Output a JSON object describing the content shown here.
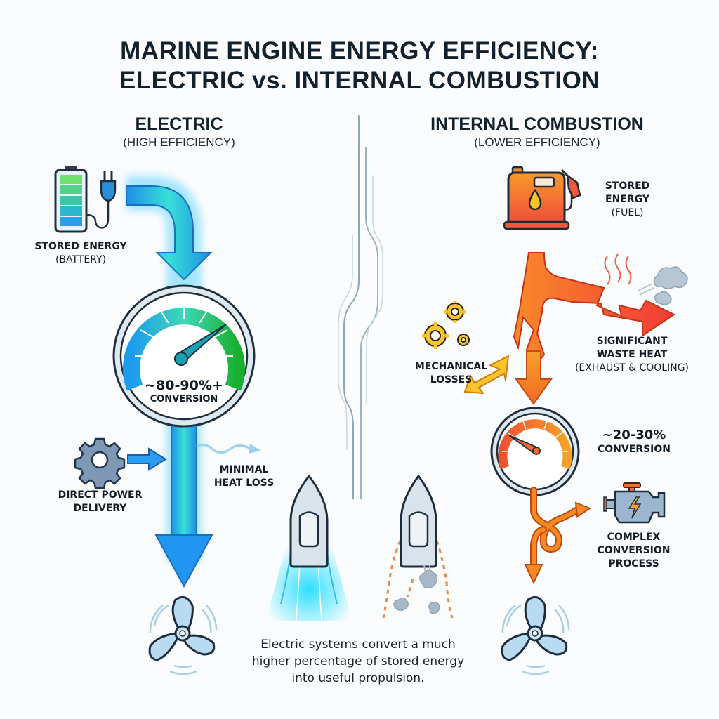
{
  "title": {
    "line1": "MARINE ENGINE ENERGY EFFICIENCY:",
    "line2": "ELECTRIC vs. INTERNAL COMBUSTION"
  },
  "electric": {
    "heading": "ELECTRIC",
    "subheading": "(HIGH EFFICIENCY)",
    "accent_color": "#1e9be8",
    "stored_energy": {
      "label": "STORED ENERGY",
      "sub": "(BATTERY)",
      "icon": "battery-plug-icon"
    },
    "gauge": {
      "value": "~80-90%+",
      "label": "CONVERSION",
      "icon": "gauge-icon"
    },
    "direct_power": {
      "line1": "DIRECT POWER",
      "line2": "DELIVERY",
      "icon": "gear-icon"
    },
    "heat_loss": {
      "line1": "MINIMAL",
      "line2": "HEAT LOSS",
      "icon": "wavy-arrow-icon"
    },
    "propeller_icon": "propeller-icon",
    "boat_icon": "boat-icon"
  },
  "combustion": {
    "heading": "INTERNAL COMBUSTION",
    "subheading": "(LOWER EFFICIENCY)",
    "accent_color": "#f07a1e",
    "stored_energy": {
      "line1": "STORED",
      "line2": "ENERGY",
      "sub": "(FUEL)",
      "icon": "fuel-can-icon"
    },
    "mechanical_losses": {
      "line1": "MECHANICAL",
      "line2": "LOSSES",
      "icon": "gears-icon"
    },
    "waste_heat": {
      "line1": "SIGNIFICANT",
      "line2": "WASTE HEAT",
      "sub": "(EXHAUST & COOLING)",
      "icon": "smoke-cloud-icon"
    },
    "gauge": {
      "value": "~20-30%",
      "label": "CONVERSION",
      "icon": "gauge-icon"
    },
    "complex_process": {
      "line1": "COMPLEX",
      "line2": "CONVERSION",
      "line3": "PROCESS",
      "icon": "engine-icon"
    },
    "propeller_icon": "propeller-icon",
    "boat_icon": "boat-icon"
  },
  "caption": {
    "line1": "Electric systems convert a much",
    "line2": "higher percentage of stored energy",
    "line3": "into useful propulsion."
  }
}
